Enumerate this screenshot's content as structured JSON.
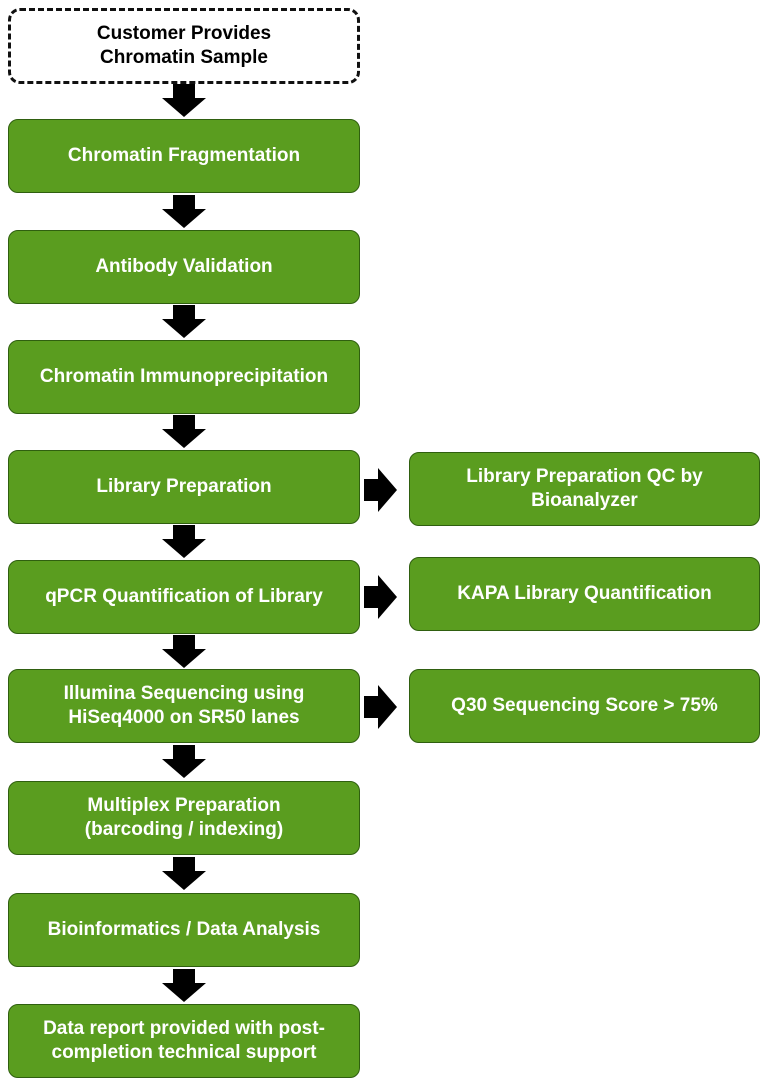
{
  "start_step": "Customer Provides\nChromatin Sample",
  "steps": [
    "Chromatin Fragmentation",
    "Antibody Validation",
    "Chromatin Immunoprecipitation",
    "Library Preparation",
    "qPCR Quantification of Library",
    "Illumina Sequencing using\nHiSeq4000 on SR50 lanes",
    "Multiplex Preparation\n(barcoding / indexing)",
    "Bioinformatics / Data Analysis",
    "Data report provided with post-\ncompletion technical support"
  ],
  "side_steps": [
    "Library Preparation QC by\nBioanalyzer",
    "KAPA Library Quantification",
    "Q30 Sequencing Score > 75%"
  ],
  "colors": {
    "box_fill": "#5a9d1f",
    "box_border": "#2f5f0f",
    "box_text": "#ffffff",
    "arrow": "#000000"
  }
}
